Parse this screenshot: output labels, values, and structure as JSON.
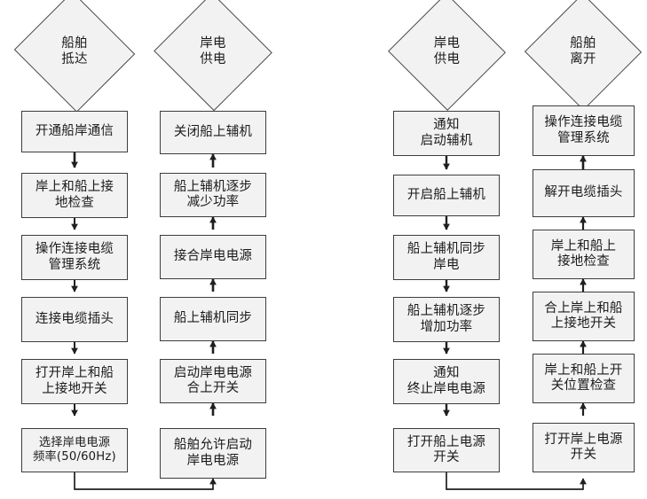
{
  "diagram": {
    "title": "",
    "colors": {
      "node_fill": "#f2f2f2",
      "node_border": "#3d3d3d",
      "connector": "#1f1f1f",
      "background": "#ffffff"
    },
    "columns": [
      {
        "id": "col-1",
        "flow_direction": "down",
        "start": {
          "shape": "diamond",
          "label": "船舶\n抵达"
        },
        "steps": [
          {
            "label": "开通船岸通信"
          },
          {
            "label": "岸上和船上接\n地检查"
          },
          {
            "label": "操作连接电缆\n管理系统"
          },
          {
            "label": "连接电缆插头"
          },
          {
            "label": "打开岸上和船\n上接地开关"
          },
          {
            "label": "选择岸电电源\n频率(50/60Hz)",
            "small": true
          }
        ]
      },
      {
        "id": "col-2",
        "flow_direction": "up",
        "start": {
          "shape": "diamond",
          "label": "岸电\n供电"
        },
        "steps": [
          {
            "label": "关闭船上辅机"
          },
          {
            "label": "船上辅机逐步\n减少功率"
          },
          {
            "label": "接合岸电电源"
          },
          {
            "label": "船上辅机同步"
          },
          {
            "label": "启动岸电电源\n合上开关"
          },
          {
            "label": "船舶允许启动\n岸电电源"
          }
        ]
      },
      {
        "id": "col-3",
        "flow_direction": "down",
        "start": {
          "shape": "diamond",
          "label": "岸电\n供电"
        },
        "steps": [
          {
            "label": "通知\n启动辅机"
          },
          {
            "label": "开启船上辅机"
          },
          {
            "label": "船上辅机同步\n岸电"
          },
          {
            "label": "船上辅机逐步\n增加功率"
          },
          {
            "label": "通知\n终止岸电电源"
          },
          {
            "label": "打开船上电源\n开关"
          }
        ]
      },
      {
        "id": "col-4",
        "flow_direction": "up",
        "start": {
          "shape": "diamond",
          "label": "船舶\n离开"
        },
        "steps": [
          {
            "label": "操作连接电缆\n管理系统"
          },
          {
            "label": "解开电缆插头"
          },
          {
            "label": "岸上和船上\n接地检查"
          },
          {
            "label": "合上岸上和船\n上接地开关"
          },
          {
            "label": "岸上和船上开\n关位置检查"
          },
          {
            "label": "打开岸上电源\n开关"
          }
        ]
      }
    ],
    "cross_connectors": [
      {
        "from": "col-1-last",
        "to": "col-2-last",
        "routing": "down-right-up"
      },
      {
        "from": "col-3-last",
        "to": "col-4-last",
        "routing": "down-right-up"
      }
    ]
  }
}
